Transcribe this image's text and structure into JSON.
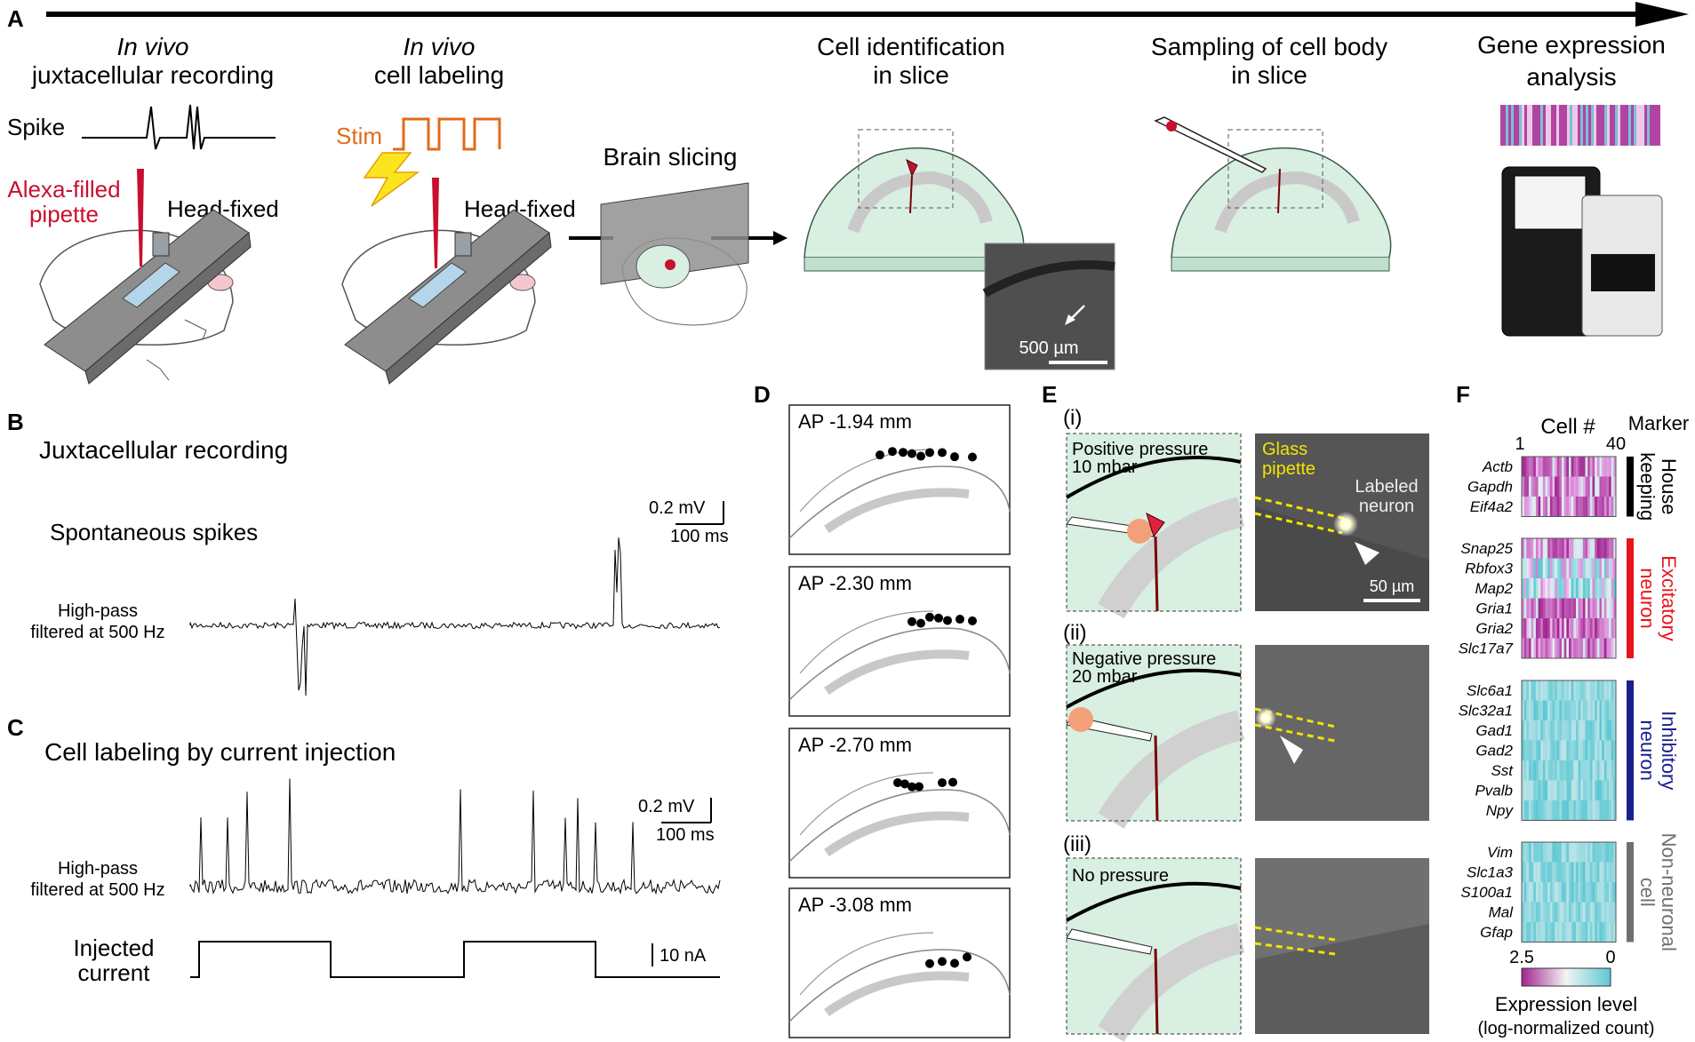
{
  "panel_letters": {
    "a": "A",
    "b": "B",
    "c": "C",
    "d": "D",
    "e": "E",
    "f": "F"
  },
  "panel_a": {
    "step1": {
      "line1": "In vivo",
      "line2": "juxtacellular recording"
    },
    "step2": {
      "line1": "In vivo",
      "line2": "cell labeling"
    },
    "step3": {
      "label": "Brain slicing"
    },
    "step4": {
      "line1": "Cell identification",
      "line2": "in slice"
    },
    "step5": {
      "line1": "Sampling of cell body",
      "line2": "in slice"
    },
    "step6": {
      "line1": "Gene expression",
      "line2": "analysis"
    },
    "spike_label": "Spike",
    "pipette_line1": "Alexa-filled",
    "pipette_line2": "pipette",
    "head_fixed": "Head-fixed",
    "stim_label": "Stim",
    "scalebar_label": "500 µm",
    "colors": {
      "red": "#c8102e",
      "orange": "#e06b1a",
      "slice_green": "#d8efe2"
    }
  },
  "panel_b": {
    "title": "Juxtacellular recording",
    "subtitle": "Spontaneous spikes",
    "filter_line1": "High-pass",
    "filter_line2": "filtered at 500 Hz",
    "scale_v": "0.2 mV",
    "scale_t": "100 ms"
  },
  "panel_c": {
    "title": "Cell labeling by current injection",
    "filter_line1": "High-pass",
    "filter_line2": "filtered at 500 Hz",
    "scale_v": "0.2 mV",
    "scale_t": "100 ms",
    "current_line1": "Injected",
    "current_line2": "current",
    "scale_i": "10 nA"
  },
  "panel_d": {
    "sections": [
      "AP -1.94 mm",
      "AP -2.30 mm",
      "AP -2.70 mm",
      "AP -3.08 mm"
    ]
  },
  "panel_e": {
    "rows": [
      {
        "roman": "(i)",
        "line1": "Positive pressure",
        "line2": "10 mbar"
      },
      {
        "roman": "(ii)",
        "line1": "Negative pressure",
        "line2": "20 mbar"
      },
      {
        "roman": "(iii)",
        "line1": "No pressure",
        "line2": ""
      }
    ],
    "glass_line1": "Glass",
    "glass_line2": "pipette",
    "labeled_line1": "Labeled",
    "labeled_line2": "neuron",
    "scalebar_label": "50 µm",
    "colors": {
      "glass_yellow": "#f2e300"
    }
  },
  "panel_f": {
    "cell_label": "Cell #",
    "cell_start": "1",
    "cell_end": "40",
    "marker_label": "Marker",
    "groups": [
      {
        "line1": "House",
        "line2": "keeping",
        "color": "#000000",
        "genes": [
          "Actb",
          "Gapdh",
          "Eif4a2"
        ]
      },
      {
        "line1": "Excitatory",
        "line2": "neuron",
        "color": "#e8141c",
        "genes": [
          "Snap25",
          "Rbfox3",
          "Map2",
          "Gria1",
          "Gria2",
          "Slc17a7"
        ]
      },
      {
        "line1": "Inhibitory",
        "line2": "neuron",
        "color": "#1a1f8c",
        "genes": [
          "Slc6a1",
          "Slc32a1",
          "Gad1",
          "Gad2",
          "Sst",
          "Pvalb",
          "Npy"
        ]
      },
      {
        "line1": "Non-neuronal",
        "line2": "cell",
        "color": "#707070",
        "genes": [
          "Vim",
          "Slc1a3",
          "S100a1",
          "Mal",
          "Gfap"
        ]
      }
    ],
    "colorbar_max": "2.5",
    "colorbar_min": "0",
    "colorbar_line1": "Expression level",
    "colorbar_line2": "(log-normalized count)",
    "colors": {
      "high": "#a0248f",
      "low": "#5bc8d3"
    }
  }
}
